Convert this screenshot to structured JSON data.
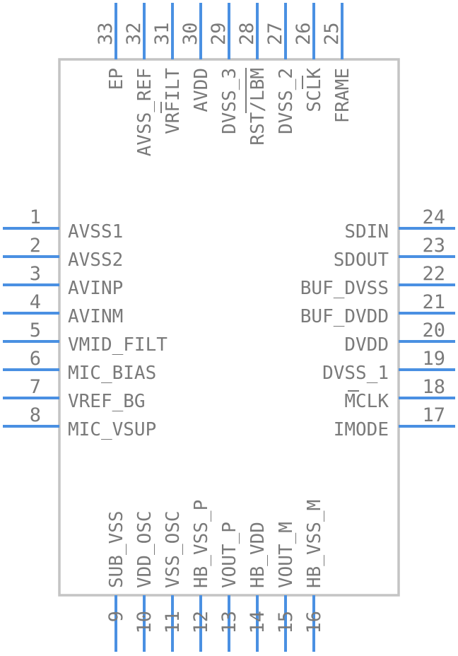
{
  "colors": {
    "pin": "#4a90e2",
    "body_outline": "#c4c4c4",
    "text": "#7a7a7a"
  },
  "pins": {
    "left": [
      {
        "num": "1",
        "name": "AVSS1"
      },
      {
        "num": "2",
        "name": "AVSS2"
      },
      {
        "num": "3",
        "name": "AVINP"
      },
      {
        "num": "4",
        "name": "AVINM"
      },
      {
        "num": "5",
        "name": "VMID_FILT"
      },
      {
        "num": "6",
        "name": "MIC_BIAS"
      },
      {
        "num": "7",
        "name": "VREF_BG"
      },
      {
        "num": "8",
        "name": "MIC_VSUP"
      }
    ],
    "bottom": [
      {
        "num": "9",
        "name": "SUB_VSS"
      },
      {
        "num": "10",
        "name": "VDD_OSC"
      },
      {
        "num": "11",
        "name": "VSS_OSC"
      },
      {
        "num": "12",
        "name": "HB_VSS_P"
      },
      {
        "num": "13",
        "name": "VOUT_P"
      },
      {
        "num": "14",
        "name": "HB_VDD"
      },
      {
        "num": "15",
        "name": "VOUT_M"
      },
      {
        "num": "16",
        "name": "HB_VSS_M"
      }
    ],
    "right": [
      {
        "num": "17",
        "name": "IMODE"
      },
      {
        "num": "18",
        "name": "MCLK"
      },
      {
        "num": "19",
        "name": "DVSS_1"
      },
      {
        "num": "20",
        "name": "DVDD"
      },
      {
        "num": "21",
        "name": "BUF_DVDD"
      },
      {
        "num": "22",
        "name": "BUF_DVSS"
      },
      {
        "num": "23",
        "name": "SDOUT"
      },
      {
        "num": "24",
        "name": "SDIN"
      }
    ],
    "top": [
      {
        "num": "25",
        "name": "FRAME"
      },
      {
        "num": "26",
        "name": "SCLK"
      },
      {
        "num": "27",
        "name": "DVSS_2"
      },
      {
        "num": "28",
        "name": "RST/LBM"
      },
      {
        "num": "29",
        "name": "DVSS_3"
      },
      {
        "num": "30",
        "name": "AVDD"
      },
      {
        "num": "31",
        "name": "VRFILT"
      },
      {
        "num": "32",
        "name": "AVSS_REF"
      },
      {
        "num": "33",
        "name": "EP"
      }
    ]
  }
}
